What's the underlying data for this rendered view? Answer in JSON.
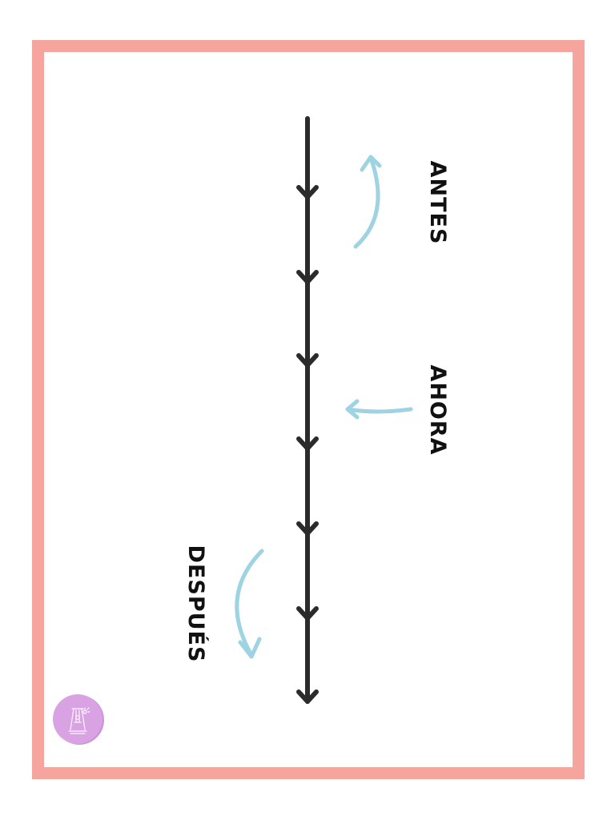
{
  "labels": {
    "antes": "ANTES",
    "ahora": "AHORA",
    "despues": "DESPUÉS"
  },
  "colors": {
    "frame": "#f6a49e",
    "timeline": "#2b2b2b",
    "curved_arrows": "#9dd3e2",
    "logo": "#d9a3e3",
    "text": "#111111"
  },
  "timeline": {
    "direction": "down",
    "segments": 7
  },
  "logo": {
    "icon": "swing-child-icon"
  }
}
